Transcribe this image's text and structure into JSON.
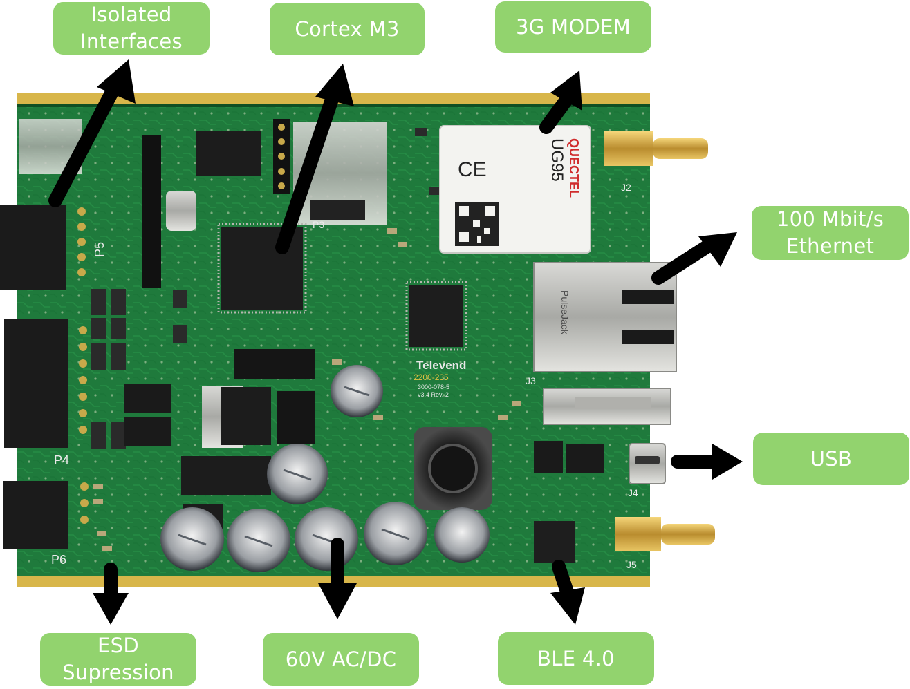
{
  "callouts": {
    "isolated": "Isolated\nInterfaces",
    "cortex": "Cortex M3",
    "modem": "3G MODEM",
    "ethernet": "100 Mbit/s\nEthernet",
    "usb": "USB",
    "esd": "ESD\nSupression",
    "power": "60V AC/DC",
    "ble": "BLE 4.0"
  },
  "board_text": {
    "brand": "Televend",
    "part_number": "2200-235",
    "revision": "3000-078-5",
    "version": "v3.4 Rev. 2",
    "modem_brand": "QUECTEL",
    "modem_model": "UG95",
    "ethernet_jack_brand": "PulseJack",
    "connectors": [
      "P5",
      "P4",
      "P6",
      "J2",
      "J3",
      "J4",
      "J5",
      "P3"
    ]
  },
  "colors": {
    "callout_bg": "#92d36e",
    "callout_text": "#ffffff",
    "pcb": "#1f7a3c",
    "pcb_dark": "#0f4f24",
    "gold": "#d8b64a",
    "arrow": "#000000"
  }
}
